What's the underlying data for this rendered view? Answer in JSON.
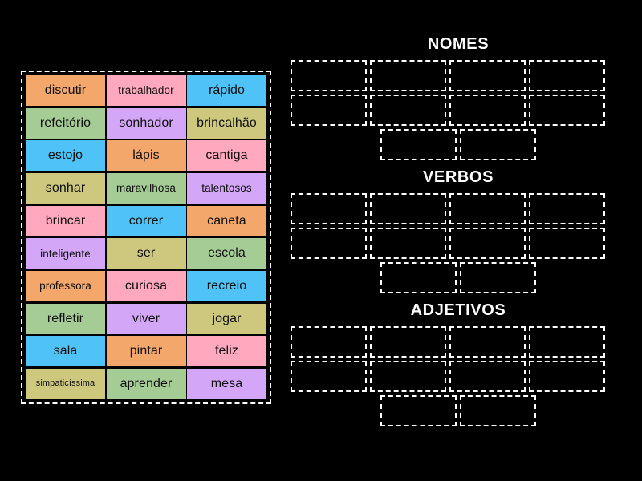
{
  "activity": {
    "type": "drag-and-drop-word-sort",
    "background_color": "#000000"
  },
  "palette": {
    "orange": "#F4A76B",
    "pink": "#FFA8BE",
    "cyan": "#4FC3F7",
    "green": "#A6CC96",
    "lavender": "#D3A6F7",
    "khaki": "#CDC87E",
    "tile_text": "#101010",
    "border": "#ffffff"
  },
  "word_bank": {
    "name": "word-bank",
    "rows": [
      [
        {
          "label": "discutir",
          "color": "#F4A76B",
          "size": "normal"
        },
        {
          "label": "trabalhador",
          "color": "#FFA8BE",
          "size": "shrink-1"
        },
        {
          "label": "rápido",
          "color": "#4FC3F7",
          "size": "normal"
        }
      ],
      [
        {
          "label": "refeitório",
          "color": "#A6CC96",
          "size": "normal"
        },
        {
          "label": "sonhador",
          "color": "#D3A6F7",
          "size": "normal"
        },
        {
          "label": "brincalhão",
          "color": "#CDC87E",
          "size": "normal"
        }
      ],
      [
        {
          "label": "estojo",
          "color": "#4FC3F7",
          "size": "normal"
        },
        {
          "label": "lápis",
          "color": "#F4A76B",
          "size": "normal"
        },
        {
          "label": "cantiga",
          "color": "#FFA8BE",
          "size": "normal"
        }
      ],
      [
        {
          "label": "sonhar",
          "color": "#CDC87E",
          "size": "normal"
        },
        {
          "label": "maravilhosa",
          "color": "#A6CC96",
          "size": "shrink-1"
        },
        {
          "label": "talentosos",
          "color": "#D3A6F7",
          "size": "shrink-1"
        }
      ],
      [
        {
          "label": "brincar",
          "color": "#FFA8BE",
          "size": "normal"
        },
        {
          "label": "correr",
          "color": "#4FC3F7",
          "size": "normal"
        },
        {
          "label": "caneta",
          "color": "#F4A76B",
          "size": "normal"
        }
      ],
      [
        {
          "label": "inteligente",
          "color": "#D3A6F7",
          "size": "shrink-1"
        },
        {
          "label": "ser",
          "color": "#CDC87E",
          "size": "normal"
        },
        {
          "label": "escola",
          "color": "#A6CC96",
          "size": "normal"
        }
      ],
      [
        {
          "label": "professora",
          "color": "#F4A76B",
          "size": "shrink-1"
        },
        {
          "label": "curiosa",
          "color": "#FFA8BE",
          "size": "normal"
        },
        {
          "label": "recreio",
          "color": "#4FC3F7",
          "size": "normal"
        }
      ],
      [
        {
          "label": "refletir",
          "color": "#A6CC96",
          "size": "normal"
        },
        {
          "label": "viver",
          "color": "#D3A6F7",
          "size": "normal"
        },
        {
          "label": "jogar",
          "color": "#CDC87E",
          "size": "normal"
        }
      ],
      [
        {
          "label": "sala",
          "color": "#4FC3F7",
          "size": "normal"
        },
        {
          "label": "pintar",
          "color": "#F4A76B",
          "size": "normal"
        },
        {
          "label": "feliz",
          "color": "#FFA8BE",
          "size": "normal"
        }
      ],
      [
        {
          "label": "simpaticíssima",
          "color": "#CDC87E",
          "size": "shrink-2"
        },
        {
          "label": "aprender",
          "color": "#A6CC96",
          "size": "normal"
        },
        {
          "label": "mesa",
          "color": "#D3A6F7",
          "size": "normal"
        }
      ]
    ]
  },
  "categories": [
    {
      "title": "NOMES",
      "zone_rows": [
        4,
        4,
        2
      ],
      "filled": []
    },
    {
      "title": "VERBOS",
      "zone_rows": [
        4,
        4,
        2
      ],
      "filled": []
    },
    {
      "title": "ADJETIVOS",
      "zone_rows": [
        4,
        4,
        2
      ],
      "filled": []
    }
  ]
}
